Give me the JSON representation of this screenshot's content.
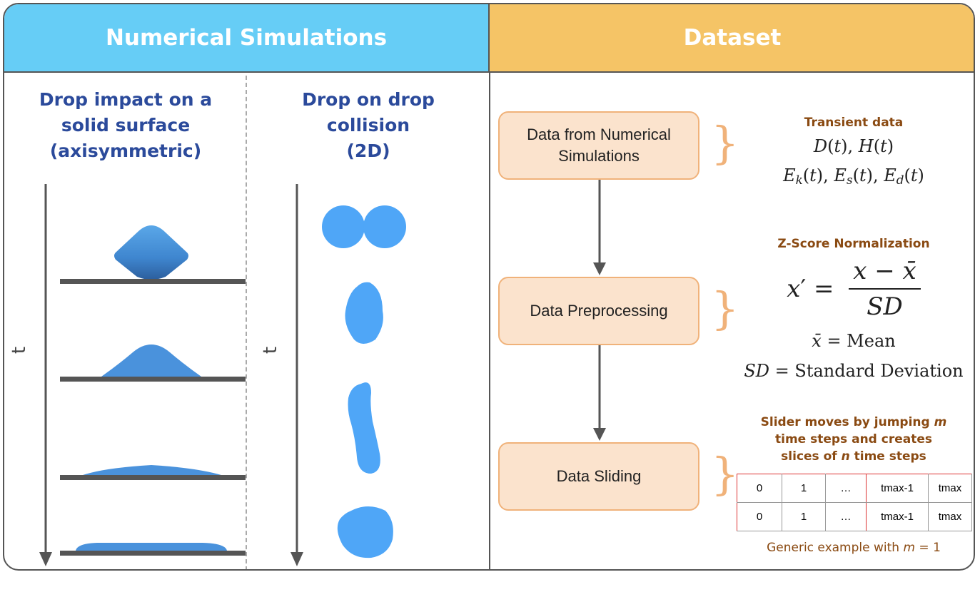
{
  "headers": {
    "left": "Numerical Simulations",
    "right": "Dataset"
  },
  "columns": {
    "solid": {
      "title_lines": [
        "Drop impact on a",
        "solid surface",
        "(axisymmetric)"
      ],
      "axis_label": "t"
    },
    "collision": {
      "title_lines": [
        "Drop on drop",
        "collision",
        "(2D)"
      ],
      "axis_label": "t"
    }
  },
  "pipeline": {
    "box1_lines": [
      "Data from Numerical",
      "Simulations"
    ],
    "box2": "Data Preprocessing",
    "box3": "Data Sliding"
  },
  "annotations": {
    "transient_title": "Transient data",
    "transient_line1": "D(t), H(t)",
    "transient_line2": "E_k(t), E_s(t), E_d(t)",
    "zscore_title": "Z-Score  Normalization",
    "zscore_formula": "x' = (x − x̄) / SD",
    "mean_def": "x̄ = Mean",
    "sd_def": "SD = Standard Deviation",
    "slider_text": "Slider moves by jumping m time steps and creates slices of n time steps",
    "caption": "Generic example with m = 1"
  },
  "slice_table": {
    "rows": [
      [
        "0",
        "1",
        "...",
        "tmax-1",
        "tmax"
      ],
      [
        "0",
        "1",
        "...",
        "tmax-1",
        "tmax"
      ]
    ]
  },
  "colors": {
    "left_header": "#66cdf6",
    "right_header": "#f5c466",
    "drop_blue": "#4fa6f7",
    "drop_dark": "#3a7ec9",
    "box_fill": "#fbe3cd",
    "box_border": "#f0b27a",
    "title_blue": "#2b4a9b",
    "annotation_brown": "#8a4a12"
  }
}
